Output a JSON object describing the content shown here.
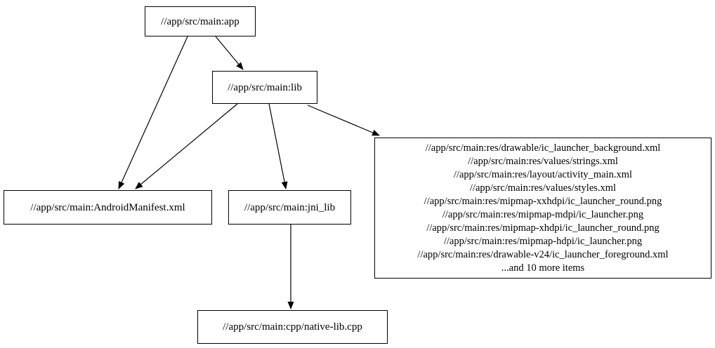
{
  "graph": {
    "colors": {
      "background": "#ffffff",
      "node_border": "#000000",
      "edge": "#000000",
      "text": "#000000"
    },
    "nodes": [
      {
        "id": "app",
        "label": "//app/src/main:app"
      },
      {
        "id": "lib",
        "label": "//app/src/main:lib"
      },
      {
        "id": "manifest",
        "label": "//app/src/main:AndroidManifest.xml"
      },
      {
        "id": "jni_lib",
        "label": "//app/src/main:jni_lib"
      },
      {
        "id": "res_group",
        "lines": [
          "//app/src/main:res/drawable/ic_launcher_background.xml",
          "//app/src/main:res/values/strings.xml",
          "//app/src/main:res/layout/activity_main.xml",
          "//app/src/main:res/values/styles.xml",
          "//app/src/main:res/mipmap-xxhdpi/ic_launcher_round.png",
          "//app/src/main:res/mipmap-mdpi/ic_launcher.png",
          "//app/src/main:res/mipmap-xhdpi/ic_launcher_round.png",
          "//app/src/main:res/mipmap-hdpi/ic_launcher.png",
          "//app/src/main:res/drawable-v24/ic_launcher_foreground.xml",
          "...and 10 more items"
        ]
      },
      {
        "id": "native_lib",
        "label": "//app/src/main:cpp/native-lib.cpp"
      }
    ],
    "edges": [
      {
        "from": "//app/src/main:app",
        "to": "//app/src/main:lib"
      },
      {
        "from": "//app/src/main:app",
        "to": "//app/src/main:AndroidManifest.xml"
      },
      {
        "from": "//app/src/main:lib",
        "to": "//app/src/main:AndroidManifest.xml"
      },
      {
        "from": "//app/src/main:lib",
        "to": "//app/src/main:jni_lib"
      },
      {
        "from": "//app/src/main:lib",
        "to": "res_group"
      },
      {
        "from": "//app/src/main:jni_lib",
        "to": "//app/src/main:cpp/native-lib.cpp"
      }
    ]
  }
}
